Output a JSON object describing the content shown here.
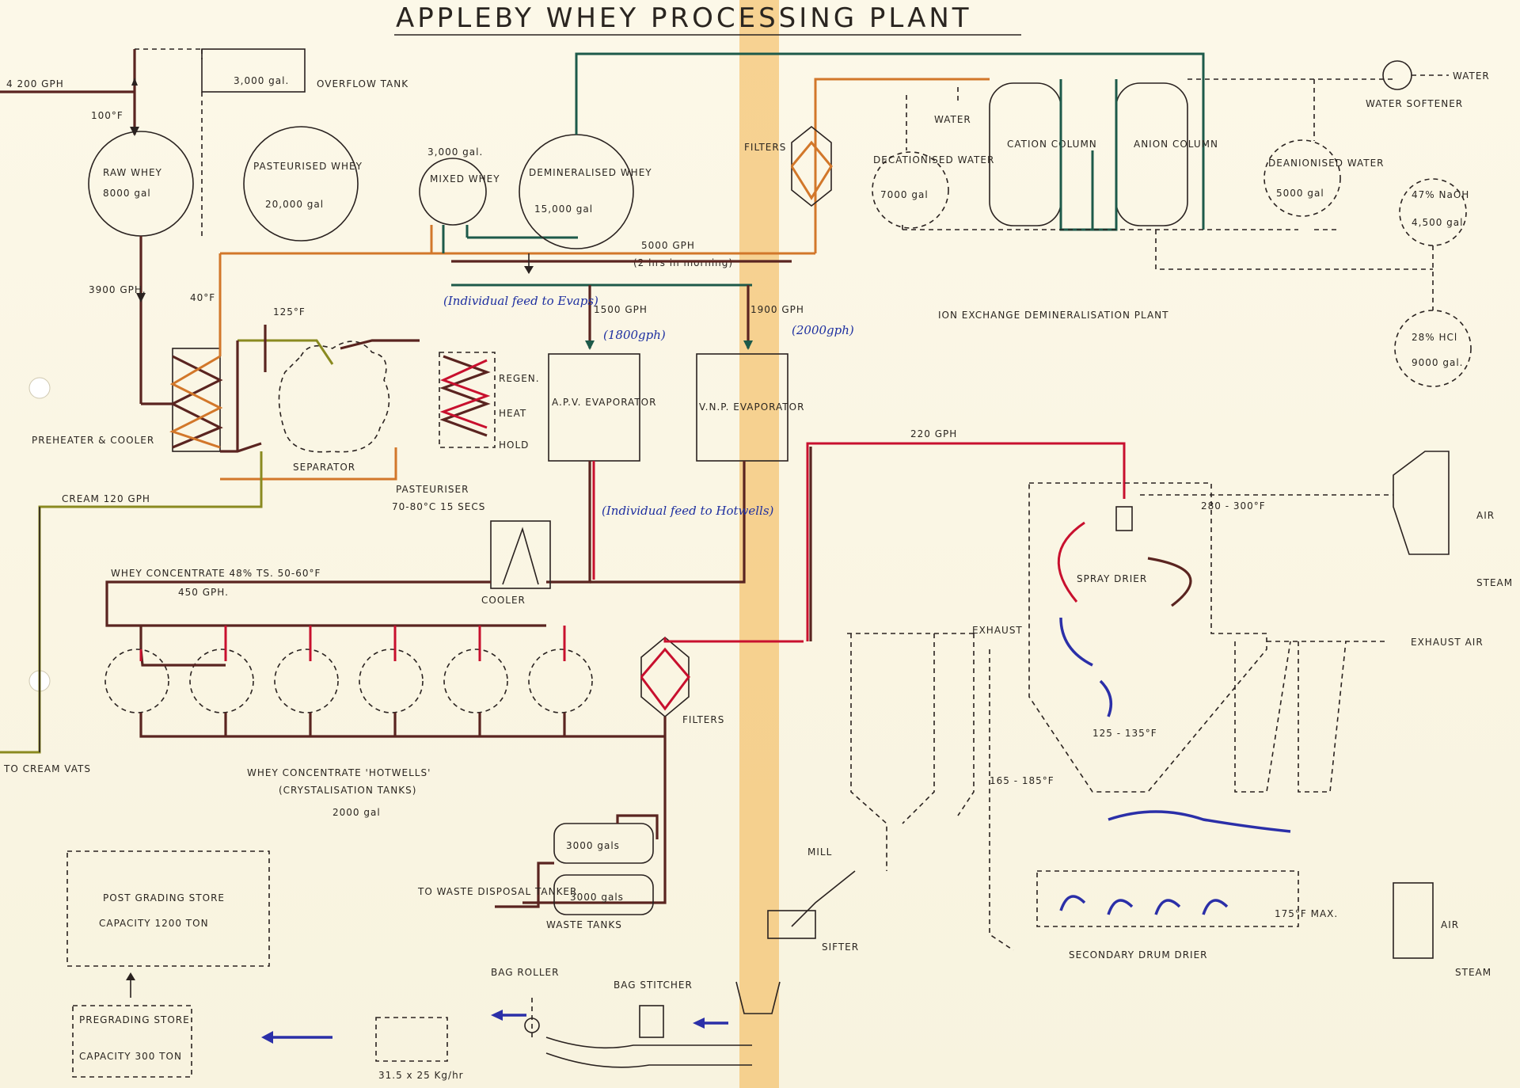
{
  "title": "APPLEBY WHEY PROCESSING PLANT",
  "tanks": {
    "raw_whey": {
      "name": "RAW WHEY",
      "cap": "8000 gal"
    },
    "pasteurised": {
      "name": "PASTEURISED WHEY",
      "cap": "20,000 gal"
    },
    "mixed": {
      "name": "MIXED WHEY",
      "cap": "3,000 gal."
    },
    "demin": {
      "name": "DEMINERALISED WHEY",
      "cap": "15,000 gal"
    },
    "decation": {
      "name": "DECATIONISED WATER",
      "cap": "7000 gal"
    },
    "deanion": {
      "name": "DEANIONISED WATER",
      "cap": "5000 gal"
    },
    "naoh": {
      "name": "47% NaOH",
      "cap": "4,500 gal"
    },
    "hcl": {
      "name": "28% HCl",
      "cap": "9000 gal."
    },
    "overflow": {
      "name": "OVERFLOW TANK",
      "cap": "3,000 gal."
    }
  },
  "labels": {
    "inflow": "4 200 GPH",
    "t100": "100°F",
    "gph3900": "3900 GPH.",
    "t40": "40°F",
    "t125": "125°F",
    "preheater": "PREHEATER & COOLER",
    "separator": "SEPARATOR",
    "regen": "REGEN.",
    "heat": "HEAT",
    "hold": "HOLD",
    "pasteuriser": "PASTEURISER",
    "past_temp": "70-80°C 15 SECS",
    "cream": "CREAM 120 GPH",
    "to_cream": "TO CREAM VATS",
    "gph5000": "5000 GPH",
    "hrs": "(2 hrs in morning)",
    "gph1500": "1500 GPH",
    "gph1900": "1900 GPH",
    "apv": "A.P.V. EVAPORATOR",
    "vnp": "V.N.P. EVAPORATOR",
    "filters1": "FILTERS",
    "cation": "CATION COLUMN",
    "anion": "ANION COLUMN",
    "water1": "WATER",
    "water2": "WATER",
    "softener": "WATER SOFTENER",
    "ion_plant": "ION EXCHANGE DEMINERALISATION PLANT",
    "gph220": "220 GPH",
    "temp_air": "280 - 300°F",
    "air1": "AIR",
    "steam1": "STEAM",
    "spray": "SPRAY DRIER",
    "exhaust": "EXHAUST",
    "exhaust_air": "EXHAUST AIR",
    "t125_135": "125 - 135°F",
    "t165": "165 - 185°F",
    "t175": "175°F MAX.",
    "air2": "AIR",
    "steam2": "STEAM",
    "drum": "SECONDARY DRUM DRIER",
    "mill": "MILL",
    "sifter": "SIFTER",
    "cooler": "COOLER",
    "wc": "WHEY CONCENTRATE 48% TS. 50-60°F",
    "wc_gph": "450 GPH.",
    "hotwells": "WHEY CONCENTRATE 'HOTWELLS'",
    "cryst": "(CRYSTALISATION TANKS)",
    "hw_cap": "2000 gal",
    "filters2": "FILTERS",
    "waste_t1": "3000 gals",
    "waste_t2": "3000 gals",
    "waste_tanks": "WASTE TANKS",
    "to_waste": "TO WASTE DISPOSAL TANKER",
    "post_store": "POST GRADING STORE",
    "post_cap": "CAPACITY 1200 TON",
    "pre_store": "PREGRADING STORE",
    "pre_cap": "CAPACITY 300 TON",
    "bag_roller": "BAG ROLLER",
    "bag_stitcher": "BAG STITCHER",
    "rate": "31.5 x 25 Kg/hr"
  },
  "notes": {
    "evaps": "(Individual feed to Evaps)",
    "apv_rate": "(1800gph)",
    "vnp_rate": "(2000gph)",
    "hotwells": "(Individual feed to Hotwells)"
  }
}
